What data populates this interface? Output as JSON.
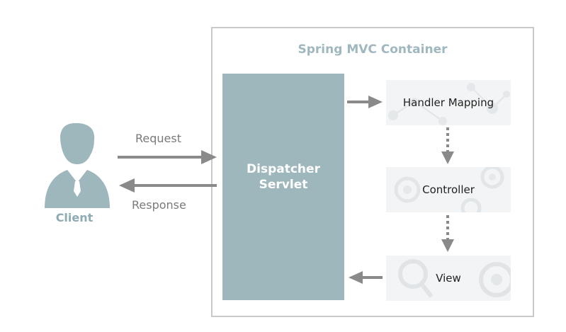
{
  "container": {
    "title": "Spring MVC Container"
  },
  "dispatcher": {
    "line1": "Dispatcher",
    "line2": "Servlet"
  },
  "components": {
    "handler_mapping": "Handler Mapping",
    "controller": "Controller",
    "view": "View"
  },
  "client": {
    "label": "Client"
  },
  "flows": {
    "request": "Request",
    "response": "Response"
  },
  "colors": {
    "accent": "#9eb7bc",
    "arrow": "#8a8a8a",
    "border": "#c9c9c9"
  }
}
